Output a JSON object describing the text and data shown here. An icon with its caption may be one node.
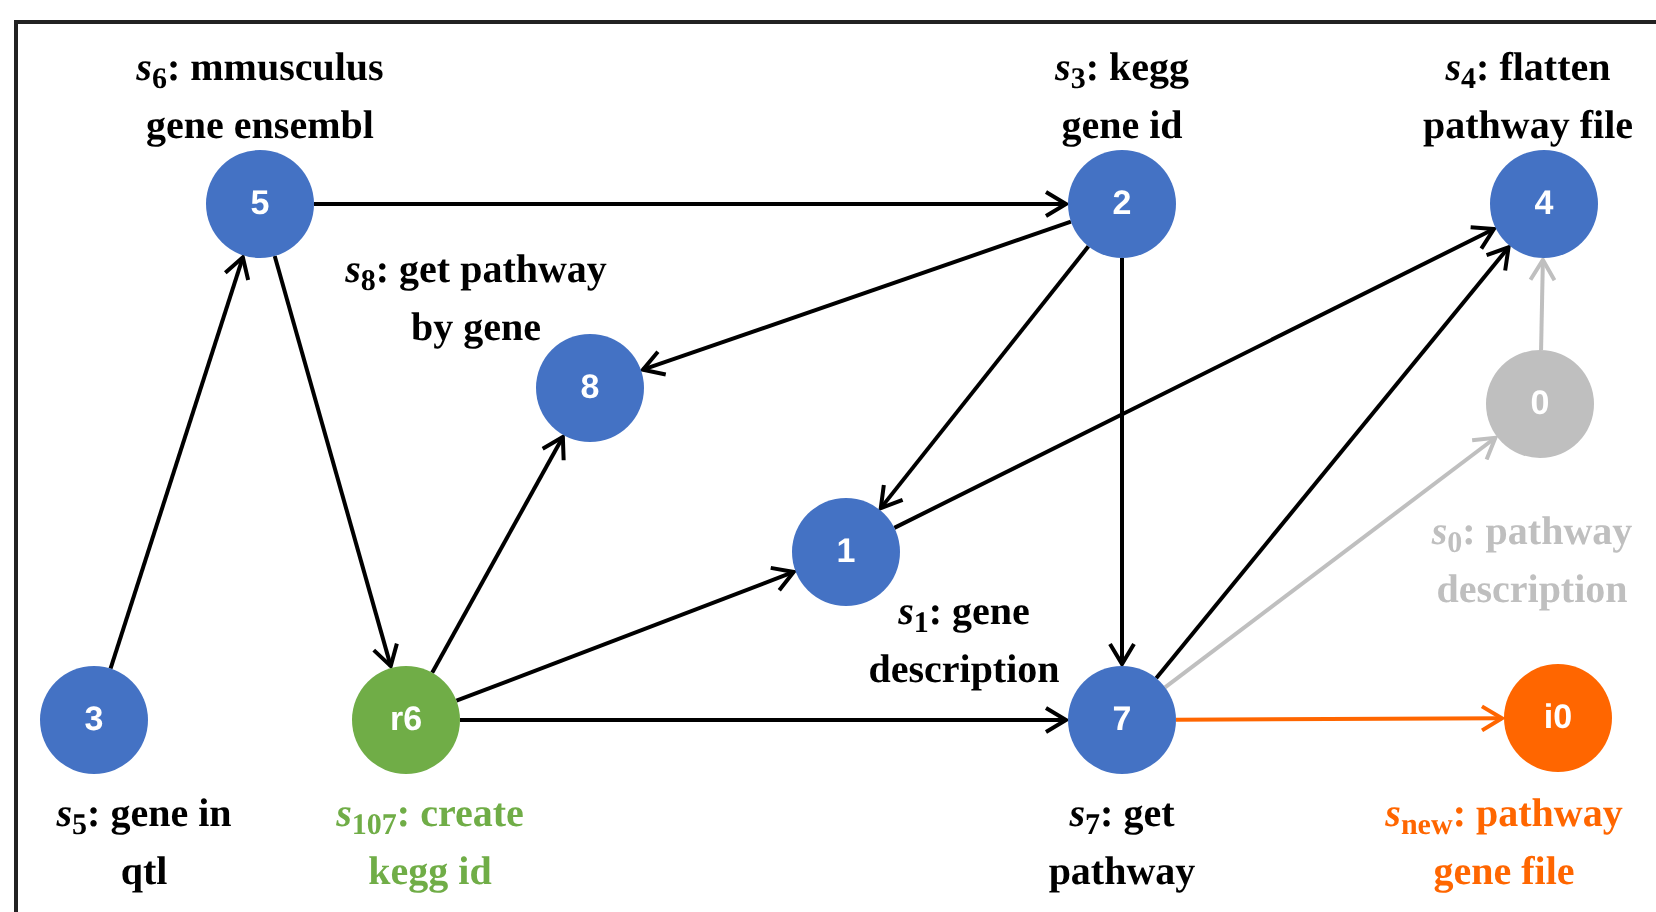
{
  "diagram": {
    "nodes": [
      {
        "text": [
          "5"
        ],
        "beside": [
          "*s*$_{6}$: mmusculus gene ensembl"
        ]
      },
      {
        "text": [
          "2"
        ],
        "beside": [
          "*s*$_{3}$: kegg gene id"
        ]
      },
      {
        "text": [
          "4"
        ],
        "beside": [
          "*s*$_{4}$: flatten pathway file"
        ]
      },
      {
        "text": [
          "8"
        ],
        "beside": [
          "*s*$_{8}$: get pathway by gene"
        ]
      },
      {
        "text": [
          "0"
        ],
        "beside": [
          "*s*$_{0}$: pathway description"
        ]
      },
      {
        "text": [
          "1"
        ],
        "beside": [
          "*s*$_{1}$: gene description"
        ]
      },
      {
        "text": [
          "3"
        ],
        "beside": [
          "*s*$_{5}$: gene in qtl"
        ]
      },
      {
        "text": [
          "r6"
        ],
        "beside": [
          "*s*$_{107}$: create kegg id"
        ]
      },
      {
        "text": [
          "7"
        ],
        "beside": [
          "*s*$_{7}$: get pathway"
        ]
      },
      {
        "text": [
          "i0"
        ],
        "beside": [
          "*s*$_{new}$:  pathway gene file"
        ]
      }
    ],
    "edges": [
      {
        "from": 0,
        "to": 1,
        "arrow": "to"
      },
      {
        "from": 6,
        "to": 0,
        "arrow": "to"
      },
      {
        "from": 0,
        "to": 7,
        "arrow": "to"
      },
      {
        "from": 7,
        "to": 3,
        "arrow": "to"
      },
      {
        "from": 7,
        "to": 5,
        "arrow": "to"
      },
      {
        "from": 7,
        "to": 8,
        "arrow": "to"
      },
      {
        "from": 1,
        "to": 3,
        "arrow": "to"
      },
      {
        "from": 1,
        "to": 5,
        "arrow": "to"
      },
      {
        "from": 1,
        "to": 8,
        "arrow": "to"
      },
      {
        "from": 5,
        "to": 2,
        "arrow": "to"
      },
      {
        "from": 8,
        "to": 2,
        "arrow": "to"
      },
      {
        "from": 4,
        "to": 2,
        "arrow": "to",
        "color": "#bfbfbf"
      },
      {
        "from": 8,
        "to": 4,
        "arrow": "to",
        "color": "#bfbfbf"
      },
      {
        "from": 8,
        "to": 9,
        "arrow": "to",
        "color": "#ff6600"
      }
    ]
  }
}
